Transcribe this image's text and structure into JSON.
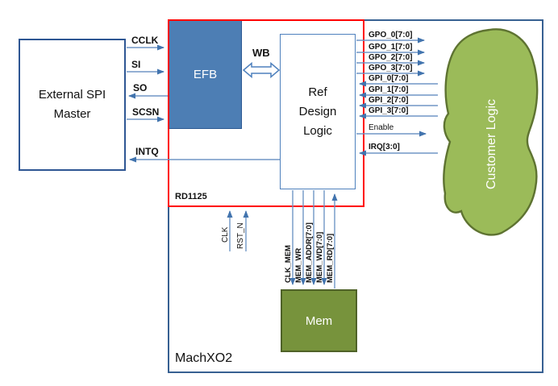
{
  "diagram": {
    "outer_label": "MachXO2",
    "red_box_label": "RD1125",
    "blocks": {
      "spi": {
        "lines": [
          "External SPI",
          "Master"
        ]
      },
      "efb": {
        "label": "EFB"
      },
      "ref": {
        "lines": [
          "Ref",
          "Design",
          "Logic"
        ]
      },
      "mem": {
        "label": "Mem"
      },
      "cloud": {
        "label": "Customer Logic"
      }
    },
    "signals": {
      "left": [
        "CCLK",
        "SI",
        "SO",
        "SCSN",
        "INTQ"
      ],
      "wb": "WB",
      "right": [
        "GPO_0[7:0]",
        "GPO_1[7:0]",
        "GPO_2[7:0]",
        "GPO_3[7:0]",
        "GPI_0[7:0]",
        "GPI_1[7:0]",
        "GPI_2[7:0]",
        "GPI_3[7:0]",
        "Enable",
        "IRQ[3:0]"
      ],
      "control": [
        "CLK",
        "RST_N"
      ],
      "mem_bus": [
        "CLK_MEM",
        "MEM_WR",
        "MEM_ADDR[7:0]",
        "MEM_WD[7:0]",
        "MEM_RD[7:0]"
      ]
    },
    "colors": {
      "line_blue": "#7096c6",
      "arrow_blue": "#4274ae",
      "box_border_dark": "#2e5693",
      "outer_border": "#376092",
      "ref_border": "#4f81bd",
      "efb_fill": "#4d7eb4",
      "red_border": "#ff0000",
      "cloud_fill": "#9bbb59",
      "cloud_border": "#5e7331",
      "mem_fill": "#77933c",
      "mem_border": "#4f6228"
    }
  }
}
